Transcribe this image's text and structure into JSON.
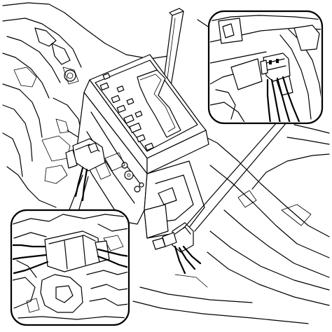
{
  "illustration": {
    "subject": "gear-shift-lever-assembly",
    "callouts": [
      {
        "name": "callout-upper-right-connector",
        "icon": "connector-icon"
      },
      {
        "name": "callout-lower-left-connector",
        "icon": "connector-icon"
      }
    ],
    "line_color": "#000000",
    "background_color": "#ffffff"
  }
}
